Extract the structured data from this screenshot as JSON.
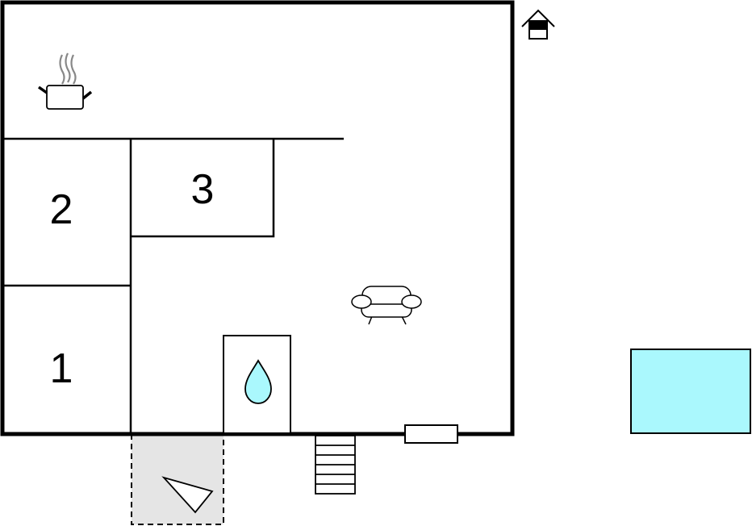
{
  "rooms": [
    {
      "number": "2"
    },
    {
      "number": "3"
    },
    {
      "number": "1"
    }
  ],
  "icons": {
    "kitchen": "cooking-pot-icon",
    "house": "house-icon",
    "sofa": "sofa-icon",
    "water": "water-drop-icon",
    "terrace": "terrace-triangle-icon",
    "stairs": "stairs-icon"
  },
  "colors": {
    "walls": "#000000",
    "pool": "#aaf8fd",
    "water_drop": "#aaf8fd",
    "terrace": "#e5e5e5",
    "steam": "#888888"
  }
}
